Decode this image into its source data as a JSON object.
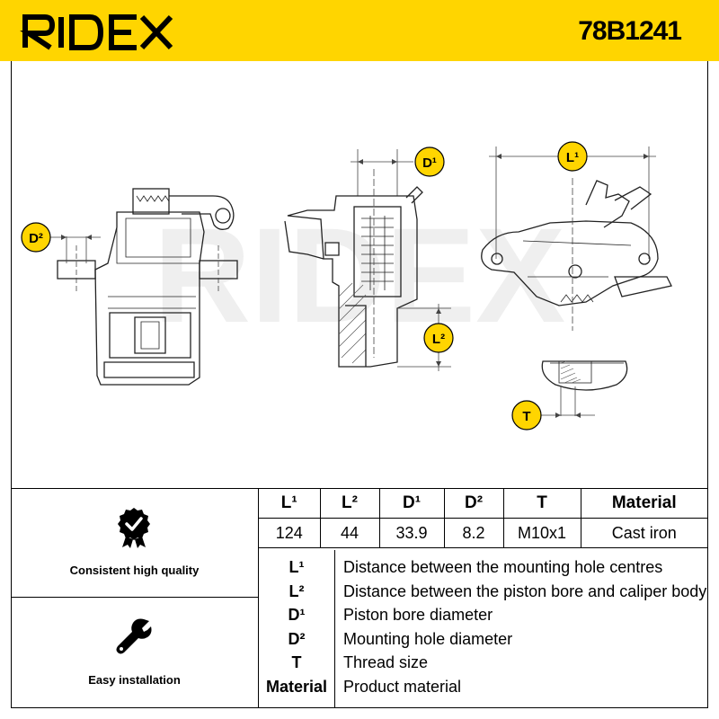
{
  "header": {
    "brand": "RIDEX",
    "part_number": "78B1241",
    "color": "#ffd500"
  },
  "badges": {
    "d1": "D¹",
    "d2": "D²",
    "l1": "L¹",
    "l2": "L²",
    "t": "T"
  },
  "features": [
    {
      "icon": "check-badge-icon",
      "label": "Consistent high quality"
    },
    {
      "icon": "wrench-icon",
      "label": "Easy installation"
    }
  ],
  "spec_table": {
    "headers": [
      "L¹",
      "L²",
      "D¹",
      "D²",
      "T",
      "Material"
    ],
    "values": [
      "124",
      "44",
      "33.9",
      "8.2",
      "M10x1",
      "Cast iron"
    ]
  },
  "legend": [
    {
      "key": "L¹",
      "desc": "Distance between the mounting hole centres"
    },
    {
      "key": "L²",
      "desc": "Distance between the piston bore and caliper body"
    },
    {
      "key": "D¹",
      "desc": "Piston bore diameter"
    },
    {
      "key": "D²",
      "desc": "Mounting hole diameter"
    },
    {
      "key": "T",
      "desc": "Thread size"
    },
    {
      "key": "Material",
      "desc": "Product material"
    }
  ]
}
